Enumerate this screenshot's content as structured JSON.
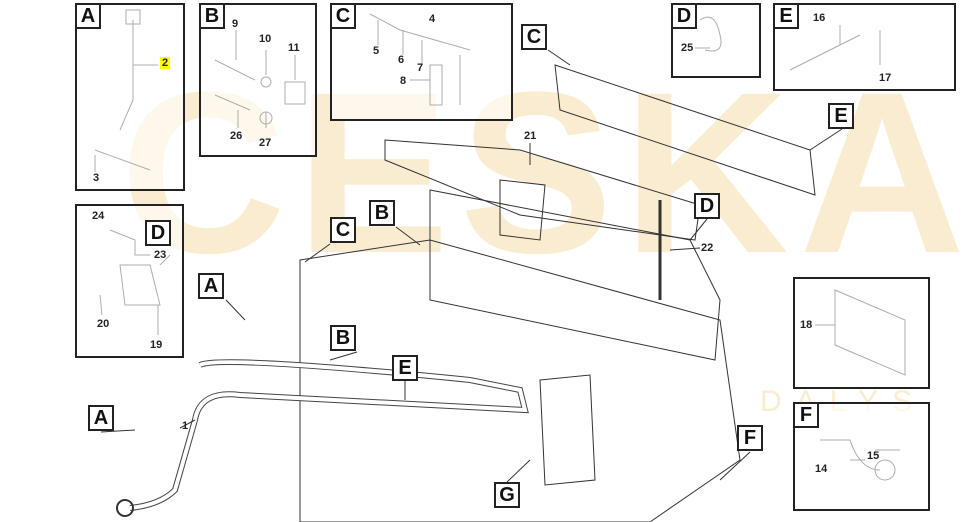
{
  "watermark": {
    "main": "CESKA",
    "sub": "DALYS"
  },
  "colors": {
    "watermark": "#f0c878",
    "highlight": "#ffff00",
    "line": "#222222"
  },
  "insets": {
    "A": {
      "letter": "A",
      "parts": [
        "2",
        "3"
      ],
      "highlighted": "2"
    },
    "B": {
      "letter": "B",
      "parts": [
        "9",
        "10",
        "11",
        "26",
        "27"
      ]
    },
    "C": {
      "letter": "C",
      "parts": [
        "4",
        "5",
        "6",
        "7",
        "8"
      ]
    },
    "D": {
      "letter": "D",
      "parts": [
        "25"
      ]
    },
    "E": {
      "letter": "E",
      "parts": [
        "16",
        "17"
      ]
    },
    "bracket": {
      "ref": "D",
      "parts": [
        "24",
        "23",
        "20",
        "19"
      ]
    },
    "ecu": {
      "parts": [
        "18"
      ]
    },
    "F": {
      "letter": "F",
      "parts": [
        "14",
        "15"
      ]
    }
  },
  "callouts": [
    "C",
    "B",
    "A",
    "B",
    "E",
    "A",
    "D",
    "C",
    "E",
    "F",
    "G"
  ],
  "main_parts": [
    "21",
    "22",
    "1"
  ]
}
